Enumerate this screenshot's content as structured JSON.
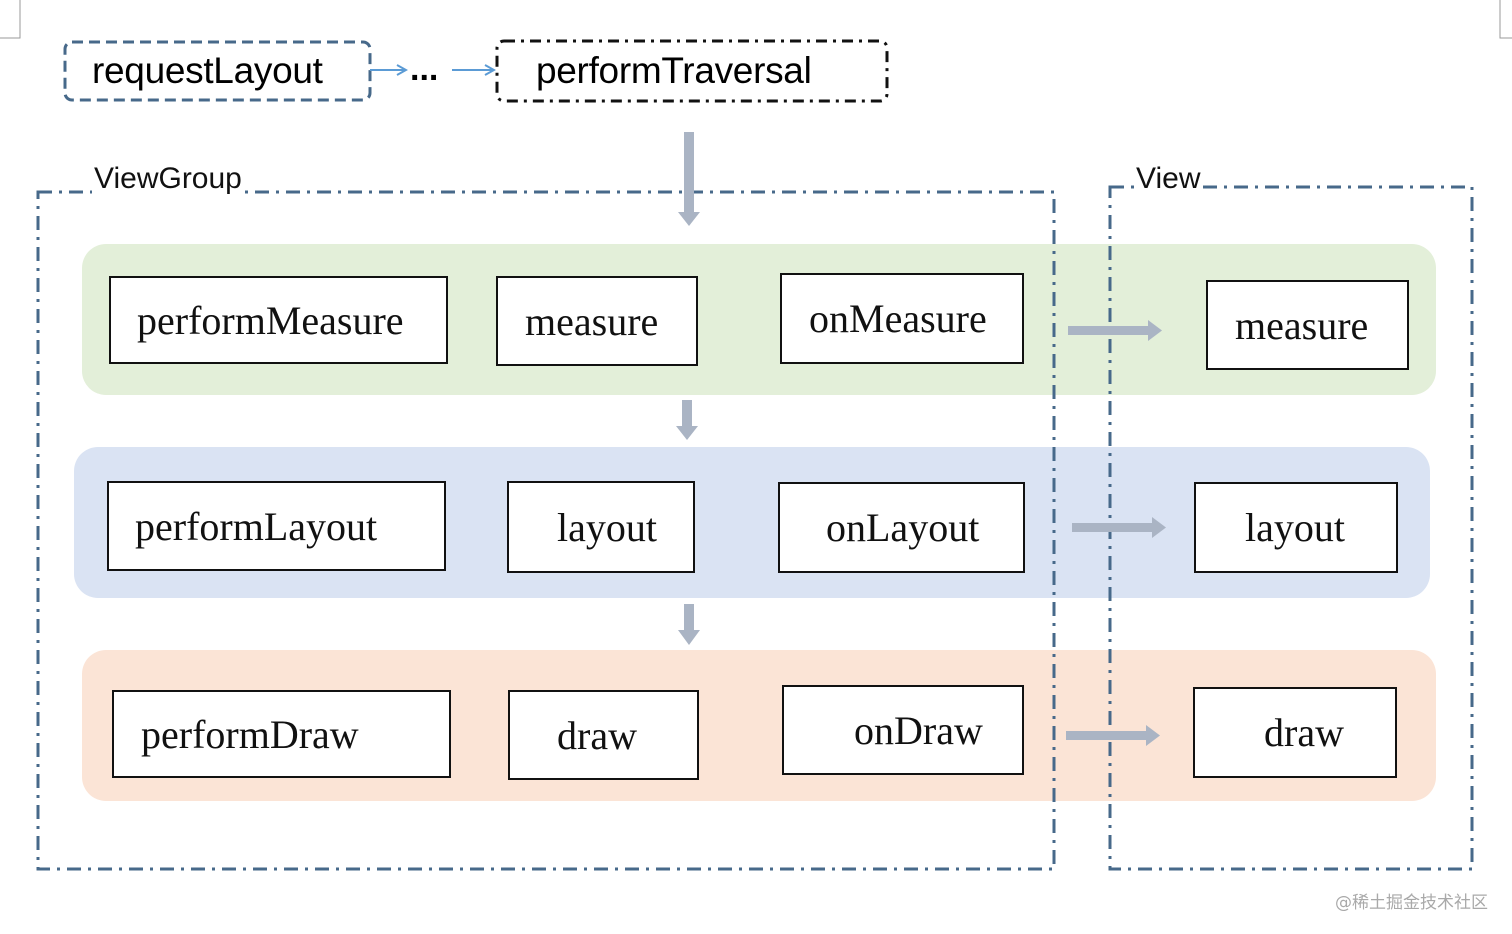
{
  "colors": {
    "measure_band": "#e3efd9",
    "layout_band": "#dae3f3",
    "draw_band": "#fbe4d6",
    "region_border": "#47698a",
    "flow_arrow": "#aab4c4",
    "call_arrow": "#5b9bd5"
  },
  "top_flow": {
    "request_layout": "requestLayout",
    "ellipsis": "...",
    "perform_traversal": "performTraversal"
  },
  "regions": {
    "viewgroup": "ViewGroup",
    "view": "View"
  },
  "rows": {
    "measure": {
      "perform": "performMeasure",
      "call": "measure",
      "on": "onMeasure",
      "view": "measure"
    },
    "layout": {
      "perform": "performLayout",
      "call": "layout",
      "on": "onLayout",
      "view": "layout"
    },
    "draw": {
      "perform": "performDraw",
      "call": "draw",
      "on": "onDraw",
      "view": "draw"
    }
  },
  "watermark": "@稀土掘金技术社区"
}
